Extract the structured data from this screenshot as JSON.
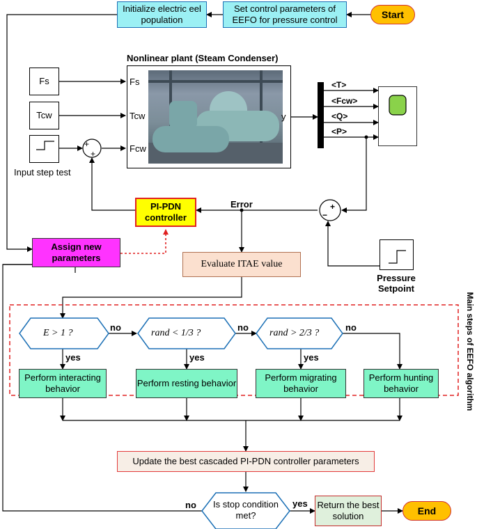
{
  "blocks": {
    "start": "Start",
    "set_params": "Set control parameters of EEFO for pressure control",
    "init_pop": "Initialize electric eel population",
    "plant_title": "Nonlinear plant (Steam Condenser)",
    "input_fs": "Fs",
    "input_tcw": "Tcw",
    "port_fs": "Fs",
    "port_tcw": "Tcw",
    "port_fcw": "Fcw",
    "port_y": "y",
    "step_caption": "Input step test",
    "signals": [
      "<T>",
      "<Fcw>",
      "<Q>",
      "<P>"
    ],
    "controller": "PI-PDN controller",
    "error": "Error",
    "assign": "Assign new parameters",
    "evaluate": "Evaluate ITAE value",
    "pressure_setpoint": "Pressure Setpoint",
    "sum_top_plus": "+",
    "sum_bottom_plus": "+",
    "sum2_plus": "+",
    "sum2_minus": "−"
  },
  "eefo": {
    "section_title": "Main steps of EEFO algorithm",
    "decisions": [
      "E > 1 ?",
      "rand < 1/3 ?",
      "rand > 2/3 ?"
    ],
    "no_label": "no",
    "yes_label": "yes",
    "behaviors": [
      "Perform interacting behavior",
      "Perform resting behavior",
      "Perform migrating behavior",
      "Perform hunting behavior"
    ],
    "update": "Update the best cascaded PI-PDN controller parameters",
    "stop_question": "Is stop condition met?",
    "stop_no": "no",
    "stop_yes": "yes",
    "return": "Return the best solution",
    "end": "End"
  },
  "colors": {
    "cyan": "#9bf0f4",
    "green_box": "#7ff5c6",
    "controller": "#ffff00",
    "assign": "#ff33ff",
    "terminal": "#ffc000",
    "dash_red": "#e02020",
    "scope": "#8ad24a"
  }
}
